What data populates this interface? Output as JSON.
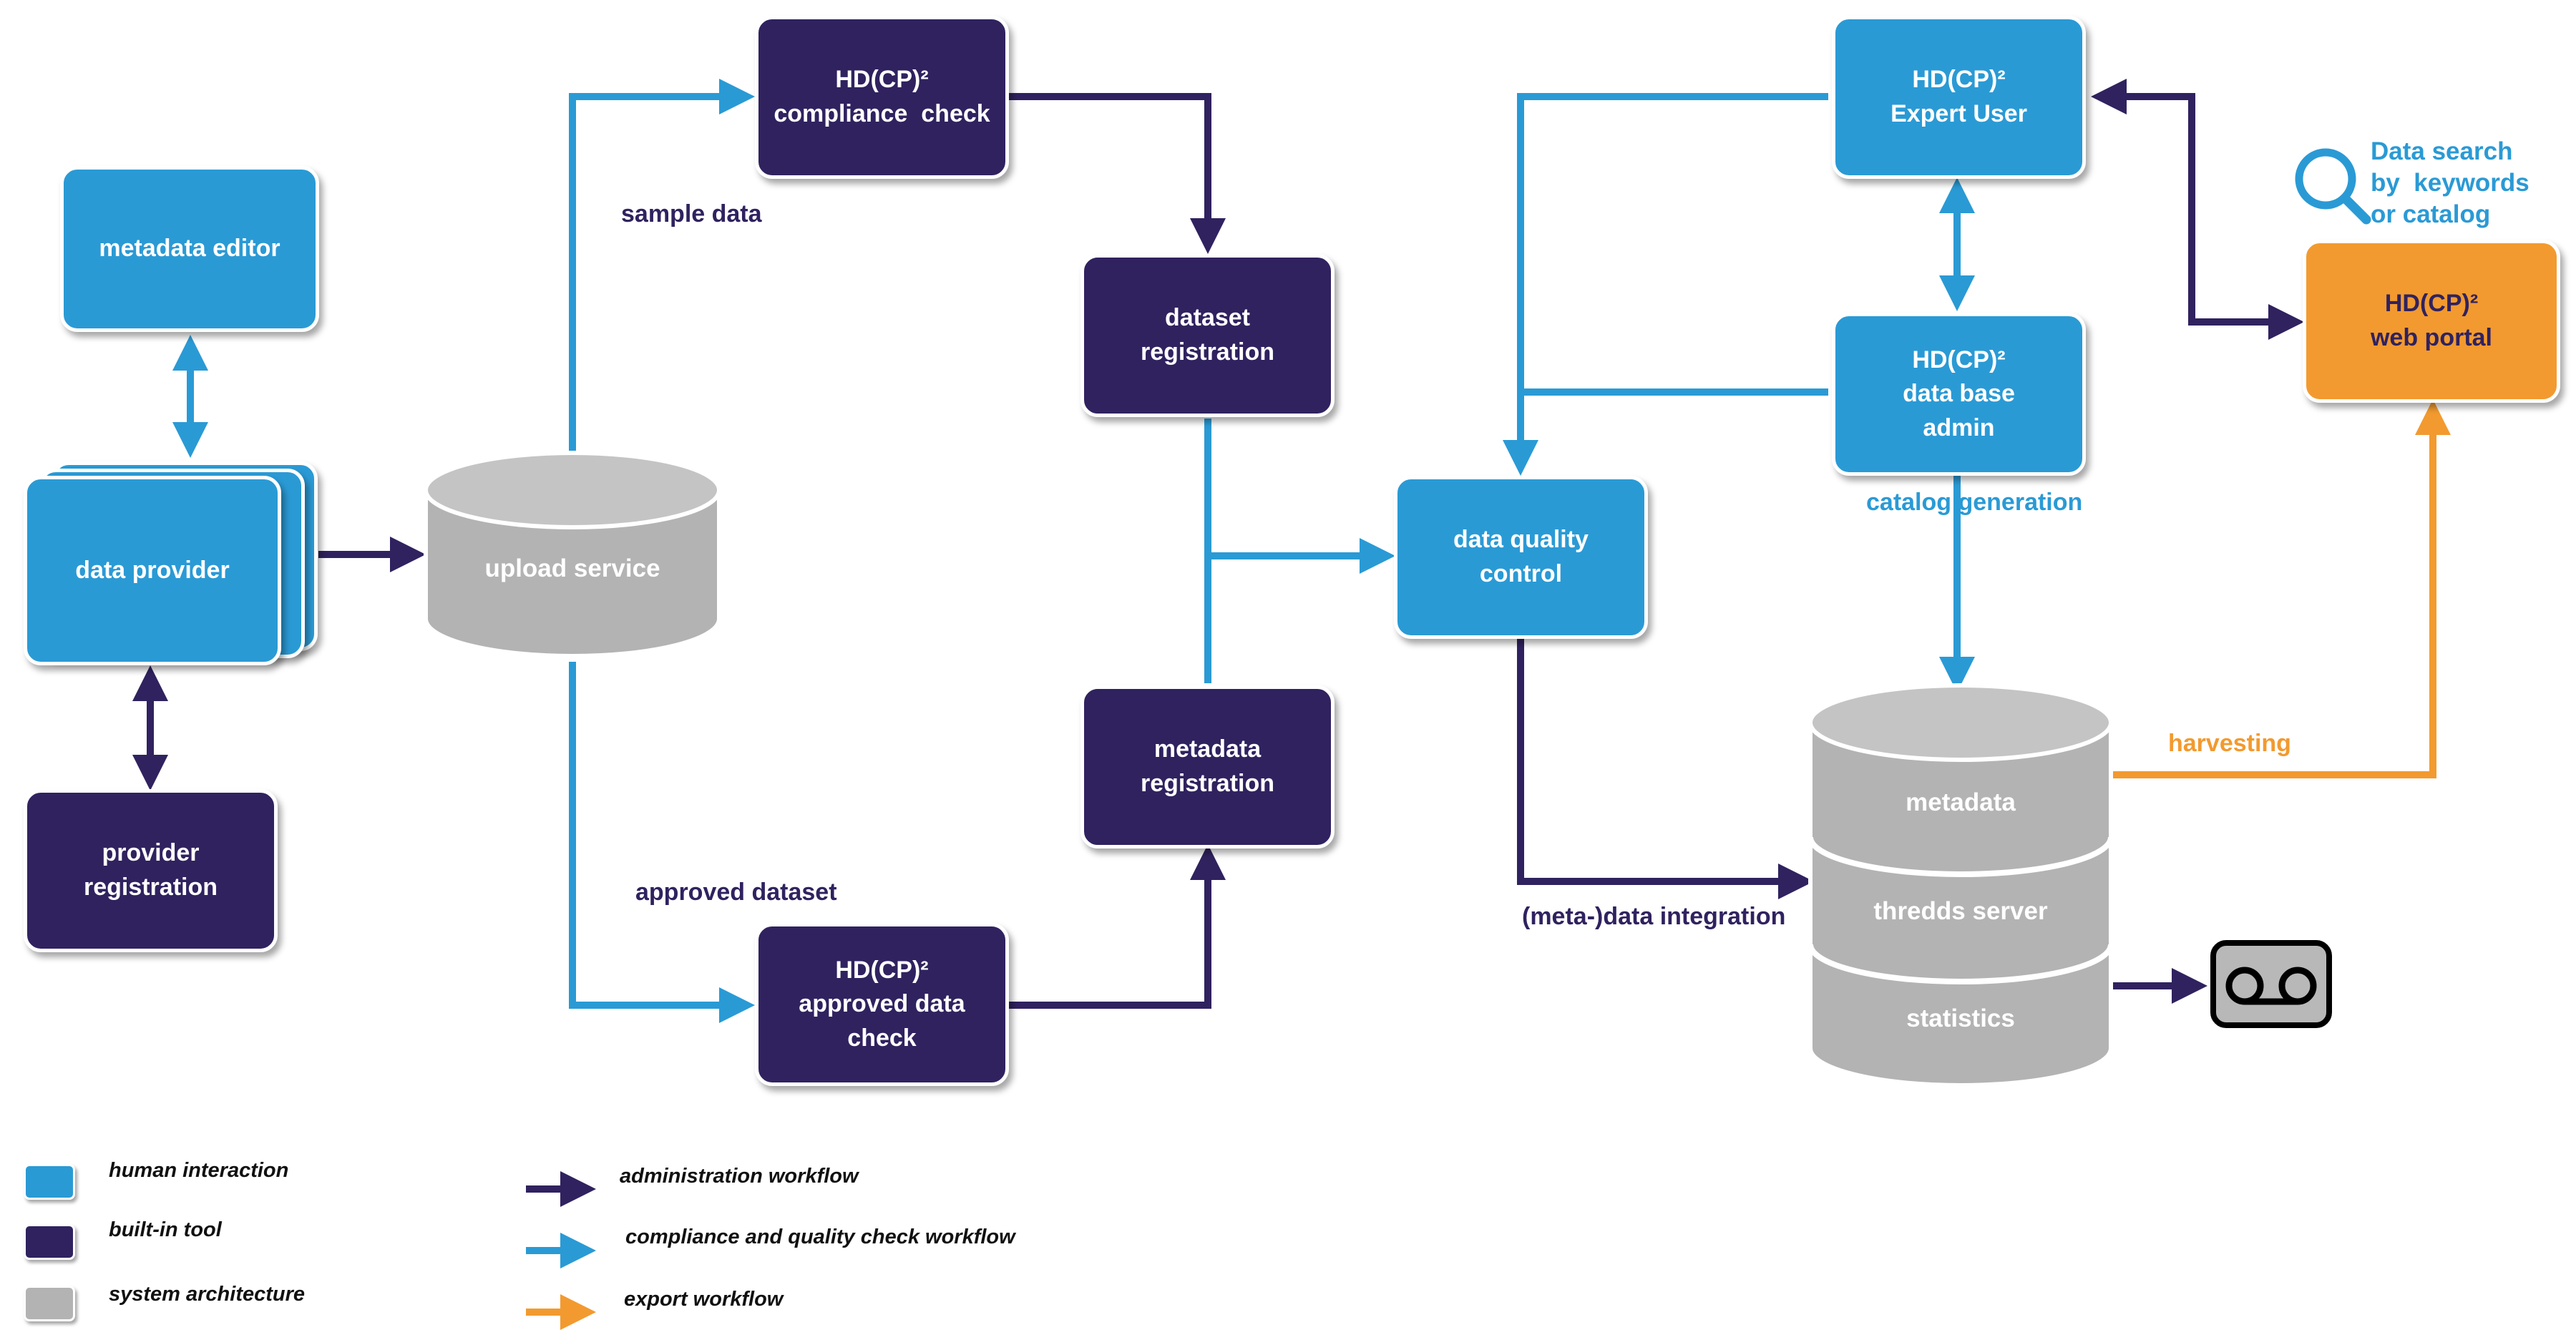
{
  "nodes": {
    "metadata_editor": "metadata editor",
    "data_provider": "data provider",
    "provider_registration": [
      "provider",
      "registration"
    ],
    "upload_service": "upload service",
    "compliance_check": [
      "HD(CP)²",
      "compliance  check"
    ],
    "approved_check": [
      "HD(CP)²",
      "approved data",
      "check"
    ],
    "dataset_registration": [
      "dataset",
      "registration"
    ],
    "metadata_registration": [
      "metadata",
      "registration"
    ],
    "data_quality_control": [
      "data quality",
      "control"
    ],
    "expert_user": [
      "HD(CP)²",
      "Expert User"
    ],
    "db_admin": [
      "HD(CP)²",
      "data base",
      "admin"
    ],
    "web_portal": [
      "HD(CP)²",
      "web portal"
    ],
    "storage_layers": [
      "metadata",
      "thredds server",
      "statistics"
    ]
  },
  "labels": {
    "sample_data": "sample data",
    "approved_dataset": "approved dataset",
    "catalog_generation": "catalog generation",
    "harvesting": "harvesting",
    "data_integration": "(meta-)data integration",
    "data_search": [
      "Data search",
      "by  keywords",
      "or catalog"
    ]
  },
  "legend": {
    "categories": [
      {
        "label": "human interaction",
        "color": "#2a9ad5"
      },
      {
        "label": "built-in tool",
        "color": "#30225f"
      },
      {
        "label": "system architecture",
        "color": "#b3b3b3"
      }
    ],
    "workflows": [
      {
        "label": "administration workflow",
        "color": "#30225f"
      },
      {
        "label": "compliance and quality check workflow",
        "color": "#2a9ad5"
      },
      {
        "label": "export workflow",
        "color": "#f29a2f"
      }
    ]
  },
  "colors": {
    "human_interaction": "#2a9ad5",
    "built_in_tool": "#30225f",
    "system_architecture": "#b3b3b3",
    "export": "#f29a2f"
  },
  "icons": [
    "magnifier-icon",
    "voicemail-tape-icon"
  ]
}
